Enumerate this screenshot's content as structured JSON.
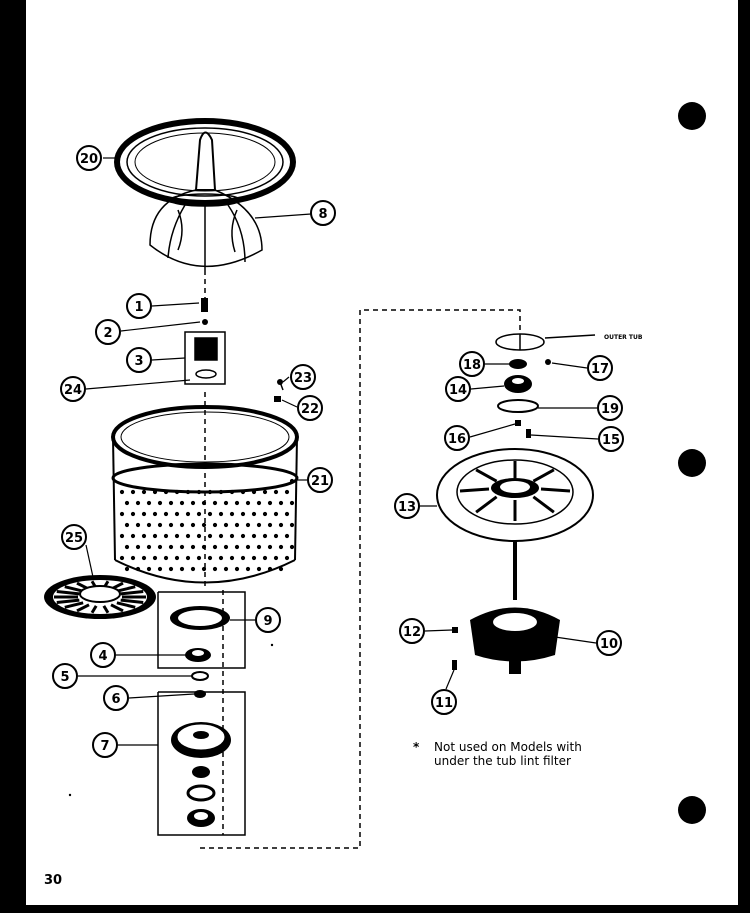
{
  "callouts": {
    "c1": "1",
    "c2": "2",
    "c3": "3",
    "c4": "4",
    "c5": "5",
    "c6": "6",
    "c7": "7",
    "c8": "8",
    "c9": "9",
    "c10": "10",
    "c11": "11",
    "c12": "12",
    "c13": "13",
    "c14": "14",
    "c15": "15",
    "c16": "16",
    "c17": "17",
    "c18": "18",
    "c19": "19",
    "c20": "20",
    "c21": "21",
    "c22": "22",
    "c23": "23",
    "c24": "24",
    "c25": "25"
  },
  "labels": {
    "outer_tub": "OUTER TUB"
  },
  "footnote": {
    "marker": "*",
    "line1": "Not used on Models with",
    "line2": "under the tub lint filter"
  },
  "page_number": "30"
}
